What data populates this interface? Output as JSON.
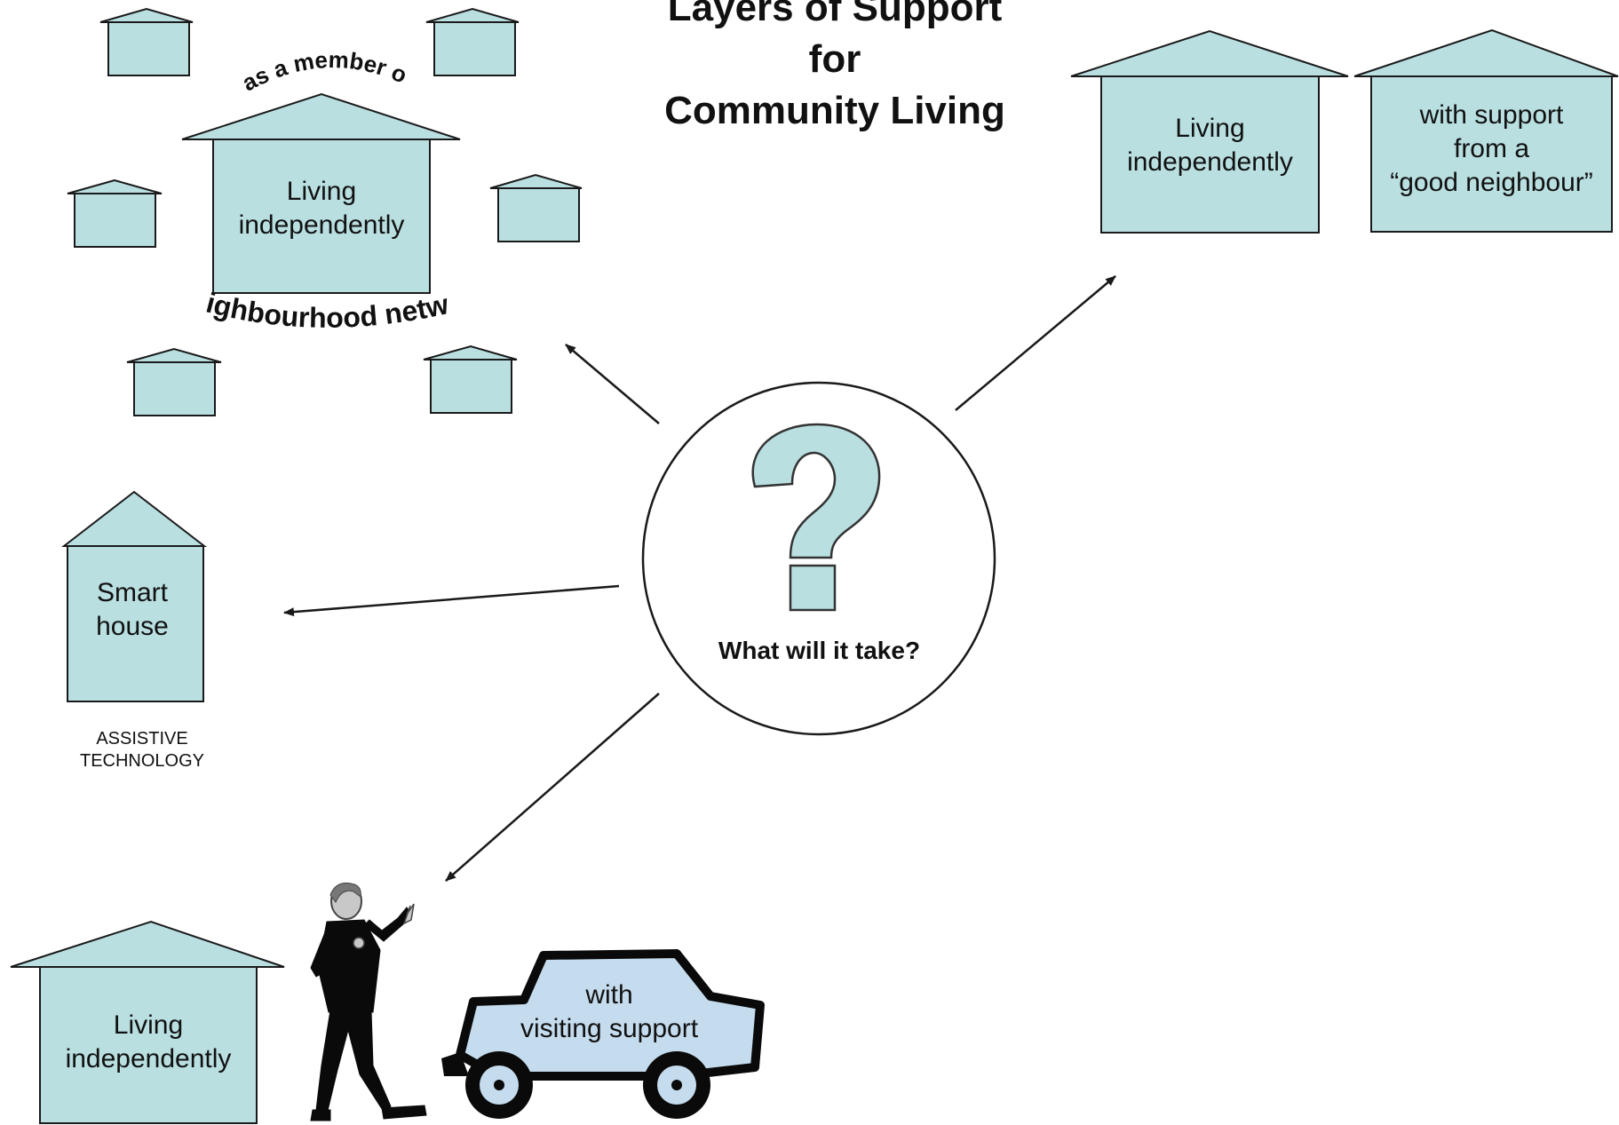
{
  "title": {
    "line1": "Layers of Support",
    "line2": "for",
    "line3": "Community Living"
  },
  "network": {
    "top_arc": "as a member of",
    "bottom_arc": "a neighbourhood network",
    "center_house": {
      "line1": "Living",
      "line2": "independently"
    }
  },
  "neighbour": {
    "house1": {
      "line1": "Living",
      "line2": "independently"
    },
    "house2": {
      "line1": "with support",
      "line2": "from a",
      "line3": "“good neighbour”"
    }
  },
  "smart": {
    "house": {
      "line1": "Smart",
      "line2": "house"
    },
    "caption": {
      "line1": "ASSISTIVE",
      "line2": "TECHNOLOGY"
    }
  },
  "visiting": {
    "house": {
      "line1": "Living",
      "line2": "independently"
    },
    "car": {
      "line1": "with",
      "line2": "visiting support"
    }
  },
  "center": {
    "label": "What will it take?",
    "icon": "question-mark-icon"
  },
  "colors": {
    "house_fill": "#b9dfe1",
    "car_fill": "#c5dcee",
    "stroke": "#1a1a1a",
    "person": "#0a0a0a"
  }
}
